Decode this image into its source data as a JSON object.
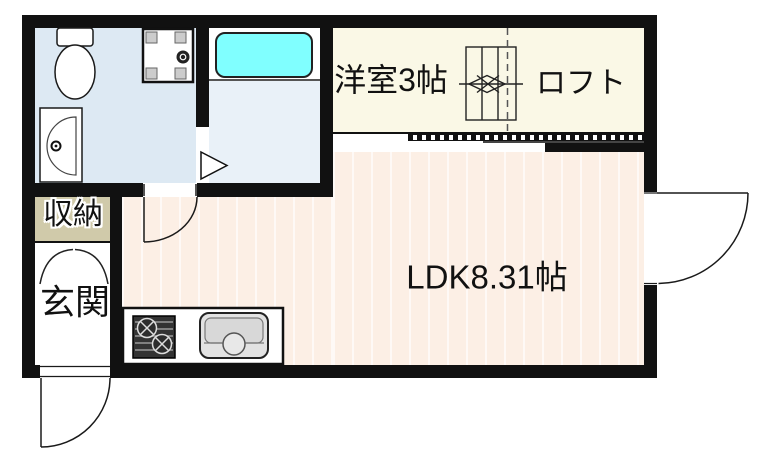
{
  "page": {
    "type": "apartment-floor-plan"
  },
  "rooms": {
    "western_room": {
      "label": "洋室3帖"
    },
    "loft": {
      "label": "ロフト"
    },
    "ldk": {
      "label": "LDK8.31帖"
    },
    "storage": {
      "label": "収納"
    },
    "entrance": {
      "label": "玄関"
    }
  },
  "fixtures": [
    "toilet",
    "washing-machine-pan",
    "vanity-sink",
    "bathtub",
    "bath-folding-door",
    "washroom-swing-door",
    "loft-ladder",
    "loft-boundary-dashed-line",
    "storage-double-doors",
    "entry-door",
    "ldk-exterior-door",
    "gas-stove",
    "kitchen-sink"
  ],
  "colors": {
    "wall": "#111111",
    "washroom_floor": "#dde9f3",
    "bathroom_floor": "#e9f1f8",
    "bathtub": "#80ffff",
    "western_room_floor": "#faf8e6",
    "ldk_floor": "#fcefe5",
    "storage_floor": "#d0caaa"
  }
}
